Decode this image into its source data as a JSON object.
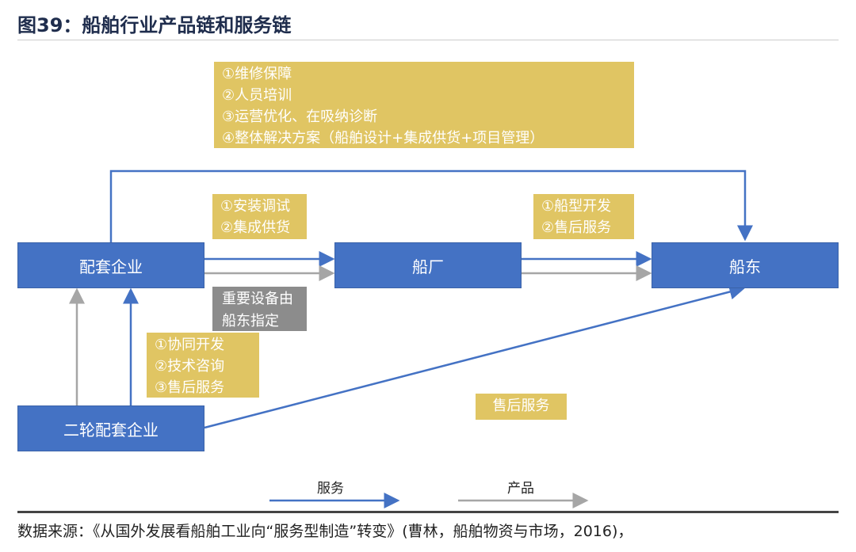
{
  "title": "图39：船舶行业产品链和服务链",
  "nodes": {
    "supplier": "配套企业",
    "shipyard": "船厂",
    "shipowner": "船东",
    "secondary": "二轮配套企业"
  },
  "boxes": {
    "top": [
      "①维修保障",
      "②人员培训",
      "③运营优化、在吸纳诊断",
      "④整体解决方案（船舶设计+集成供货+项目管理）"
    ],
    "supplier_to_yard": [
      "①安装调试",
      "②集成供货"
    ],
    "yard_to_owner": [
      "①船型开发",
      "②售后服务"
    ],
    "designated": [
      "重要设备由",
      "船东指定"
    ],
    "secondary_to_supplier": [
      "①协同开发",
      "②技术咨询",
      "③售后服务"
    ],
    "aftersales": "售后服务"
  },
  "legend": {
    "service": "服务",
    "product": "产品"
  },
  "colors": {
    "service": "#4472c4",
    "product": "#a6a6a6",
    "box": "#e0c563",
    "node": "#4472c4"
  },
  "source": "数据来源：《从国外发展看船舶工业向“服务型制造”转变》(曹林，船舶物资与市场，2016)，"
}
